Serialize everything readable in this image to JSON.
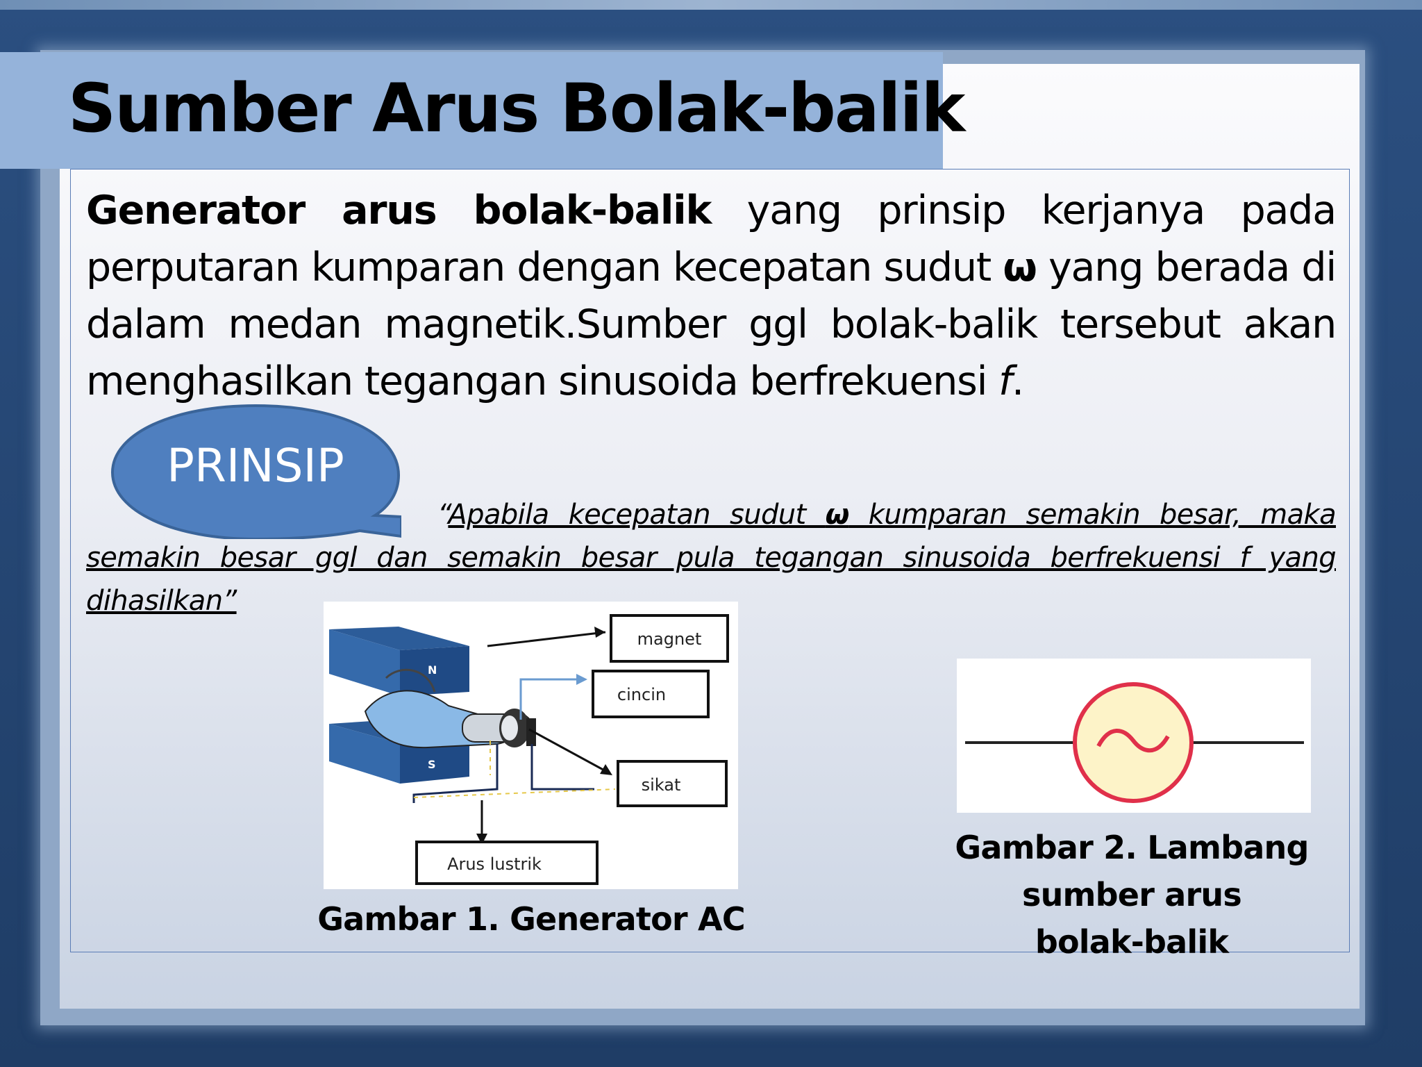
{
  "slide": {
    "title": "Sumber Arus Bolak-balik",
    "paragraph": {
      "bold1": "Generator arus bolak-balik",
      "text1": " yang prinsip kerjanya pada perputaran kumparan dengan kecepatan sudut ",
      "omega": "ω",
      "text2": " yang berada di dalam medan magnetik.Sumber ggl bolak-balik tersebut akan menghasilkan tegangan sinusoida berfrekuensi ",
      "f": "f",
      "text3": "."
    },
    "principle_label": "PRINSIP",
    "principle_quote": {
      "open": "“",
      "part1": "Apabila kecepatan sudut ",
      "omega": "ω",
      "part2": " kumparan semakin besar, maka semakin besar ggl dan semakin besar pula tegangan sinusoida berfrekuensi f yang dihasilkan”"
    },
    "figure1": {
      "labels": {
        "magnet": "magnet",
        "ring": "cincin",
        "brush": "sikat",
        "current": "Arus lustrik",
        "north": "N",
        "south": "S"
      },
      "caption": "Gambar 1. Generator AC"
    },
    "figure2": {
      "symbol": "~",
      "caption_lines": [
        "Gambar 2. Lambang",
        "sumber arus",
        "bolak-balik"
      ]
    }
  },
  "colors": {
    "title_bar": "#95b3da",
    "bubble": "#4f7fbf",
    "frame": "#2b4f80",
    "symbol_ring": "#e0304a",
    "symbol_fill": "#fdf3c8"
  }
}
